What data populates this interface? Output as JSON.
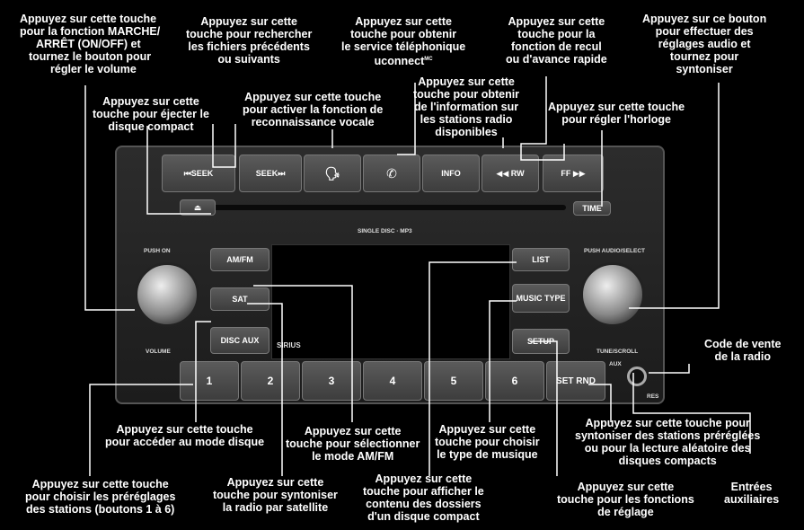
{
  "labels": {
    "power": [
      "Appuyez sur cette touche",
      "pour la fonction MARCHE/",
      "ARRÊT (ON/OFF) et",
      "tournez le bouton pour",
      "régler le volume"
    ],
    "seek": [
      "Appuyez sur cette",
      "touche pour rechercher",
      "les fichiers précédents",
      "ou suivants"
    ],
    "uconnect": [
      "Appuyez sur cette",
      "touche pour obtenir",
      "le service téléphonique"
    ],
    "uconnect_brand": "uconnect",
    "uconnect_mark": "MC",
    "rw_ff": [
      "Appuyez sur cette",
      "touche pour la",
      "fonction de recul",
      "ou d'avance rapide"
    ],
    "audio_knob": [
      "Appuyez sur ce bouton",
      "pour effectuer des",
      "réglages audio et",
      "tournez pour",
      "syntoniser"
    ],
    "eject": [
      "Appuyez sur cette",
      "touche pour éjecter le",
      "disque compact"
    ],
    "voice": [
      "Appuyez sur cette touche",
      "pour activer la fonction de",
      "reconnaissance vocale"
    ],
    "info": [
      "Appuyez sur cette",
      "touche pour obtenir",
      "de l'information sur",
      "les stations radio",
      "disponibles"
    ],
    "time": [
      "Appuyez sur cette touche",
      "pour régler l'horloge"
    ],
    "sales_code": [
      "Code de vente",
      "de la radio"
    ],
    "disc_mode": [
      "Appuyez sur cette touche",
      "pour accéder au mode disque"
    ],
    "amfm": [
      "Appuyez sur cette",
      "touche pour sélectionner",
      "le mode AM/FM"
    ],
    "music_type": [
      "Appuyez sur cette",
      "touche pour choisir",
      "le type de musique"
    ],
    "setrnd": [
      "Appuyez sur cette touche pour",
      "syntoniser des stations préréglées",
      "ou pour la lecture aléatoire des",
      "disques compacts"
    ],
    "presets": [
      "Appuyez sur cette touche",
      "pour choisir les préréglages",
      "des stations (boutons 1 à 6)"
    ],
    "satellite": [
      "Appuyez sur cette",
      "touche pour syntoniser",
      "la radio par satellite"
    ],
    "list": [
      "Appuyez sur cette",
      "touche pour afficher le",
      "contenu des dossiers",
      "d'un disque compact"
    ],
    "setup": [
      "Appuyez sur cette",
      "touche pour les fonctions",
      "de réglage"
    ],
    "aux_inputs": [
      "Entrées",
      "auxiliaires"
    ]
  },
  "radio": {
    "top_buttons": [
      "⏮SEEK",
      "SEEK⏭",
      "",
      "",
      "INFO",
      "◀◀ RW",
      "FF ▶▶"
    ],
    "voice_icon": "voice-command-icon",
    "phone_icon": "phone-icon",
    "eject_icon": "eject-icon",
    "time_label": "TIME",
    "single_disc": "SINGLE DISC · MP3",
    "push_on": "PUSH ON",
    "volume": "VOLUME",
    "push_audio": "PUSH AUDIO/SELECT",
    "tune_scroll": "TUNE/SCROLL",
    "aux": "AUX",
    "res": "RES",
    "sirius": "SIRIUS",
    "left_buttons": [
      "AM/FM",
      "SAT",
      "DISC AUX"
    ],
    "right_buttons": [
      "LIST",
      "MUSIC TYPE",
      "SETUP"
    ],
    "presets": [
      "1",
      "2",
      "3",
      "4",
      "5",
      "6"
    ],
    "setrnd": "SET RND"
  }
}
